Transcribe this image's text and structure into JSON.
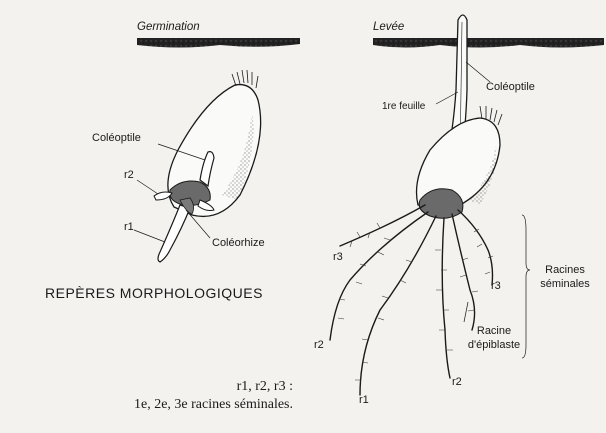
{
  "panels": {
    "germination": {
      "title": "Germination",
      "labels": {
        "coleoptile": "Coléoptile",
        "r2": "r2",
        "r1": "r1",
        "coleorhize": "Coléorhize"
      }
    },
    "levee": {
      "title": "Levée",
      "labels": {
        "coleoptile": "Coléoptile",
        "premiere_feuille": "1re feuille",
        "r3_left": "r3",
        "r3_right": "r3",
        "r2_left": "r2",
        "r2_right": "r2",
        "r1": "r1",
        "racines_seminales": "Racines séminales",
        "racine_epiblaste": "Racine d'épiblaste"
      }
    }
  },
  "heading": "REPÈRES MORPHOLOGIQUES",
  "caption": {
    "line1": "r1, r2, r3 :",
    "line2": "1e, 2e, 3e racines séminales."
  },
  "colors": {
    "soil": "#1e1e1e",
    "ink": "#1a1a1a",
    "paper": "#f4f2ee"
  }
}
